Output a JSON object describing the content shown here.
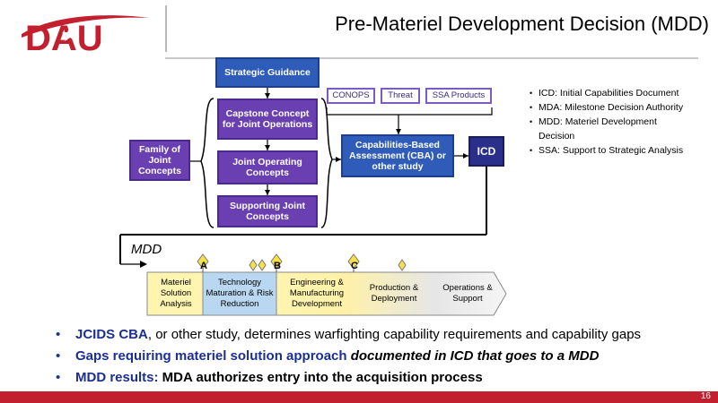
{
  "header": {
    "logo_text": "DAU",
    "title": "Pre-Materiel Development Decision (MDD)"
  },
  "diagram": {
    "strategic_guidance": "Strategic Guidance",
    "capstone": "Capstone Concept for Joint Operations",
    "joint_operating": "Joint Operating Concepts",
    "supporting": "Supporting Joint Concepts",
    "family": "Family of Joint Concepts",
    "conops": "CONOPS",
    "threat": "Threat",
    "ssa_products": "SSA Products",
    "cba": "Capabilities-Based Assessment (CBA) or other study",
    "icd": "ICD",
    "mdd": "MDD",
    "milestones": [
      "A",
      "B",
      "C"
    ],
    "phases": [
      "Materiel Solution Analysis",
      "Technology Maturation & Risk Reduction",
      "Engineering & Manufacturing Development",
      "Production & Deployment",
      "Operations & Support"
    ],
    "colors": {
      "blue": "#2e5cb8",
      "purple": "#6a3fb2",
      "dau_red": "#c3202f"
    }
  },
  "definitions": [
    "ICD: Initial Capabilities Document",
    "MDA: Milestone Decision Authority",
    "MDD: Materiel Development Decision",
    "SSA:  Support to Strategic Analysis"
  ],
  "bullets": [
    {
      "a": "JCIDS CBA",
      "b": ", or other study, determines warfighting capability requirements and capability gaps"
    },
    {
      "a": "Gaps requiring materiel solution approach",
      "b": " documented in ICD that goes to a MDD"
    },
    {
      "a": "MDD results:",
      "b": " MDA authorizes entry into the acquisition process"
    }
  ],
  "footer": {
    "page": "16"
  }
}
